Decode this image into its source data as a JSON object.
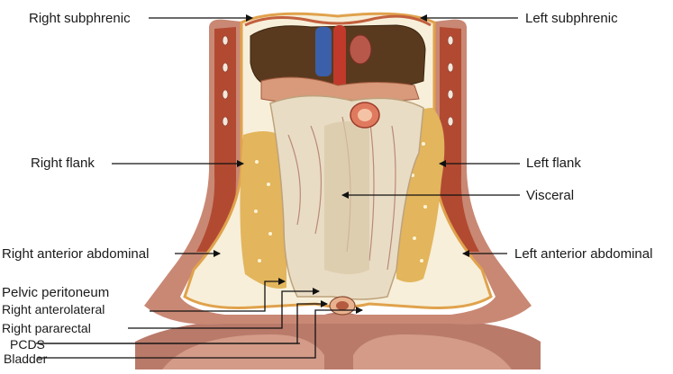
{
  "labels": {
    "right_subphrenic": "Right subphrenic",
    "left_subphrenic": "Left subphrenic",
    "right_flank": "Right flank",
    "left_flank": "Left flank",
    "visceral": "Visceral",
    "right_anterior_abdominal": "Right anterior abdominal",
    "left_anterior_abdominal": "Left anterior abdominal",
    "pelvic_peritoneum": "Pelvic peritoneum",
    "right_anterolateral": "Right anterolateral",
    "right_pararectal": "Right pararectal",
    "pcds": "PCDS",
    "bladder": "Bladder"
  },
  "colors": {
    "body_wall": "#c98874",
    "peritoneal_line": "#e0a24c",
    "space_fill": "#f7efd9",
    "fat": "#e3b55c",
    "liver": "#5a3a1e",
    "colon": "#e9dcc4",
    "ivc": "#3b5fa8",
    "aorta": "#c0392b"
  }
}
